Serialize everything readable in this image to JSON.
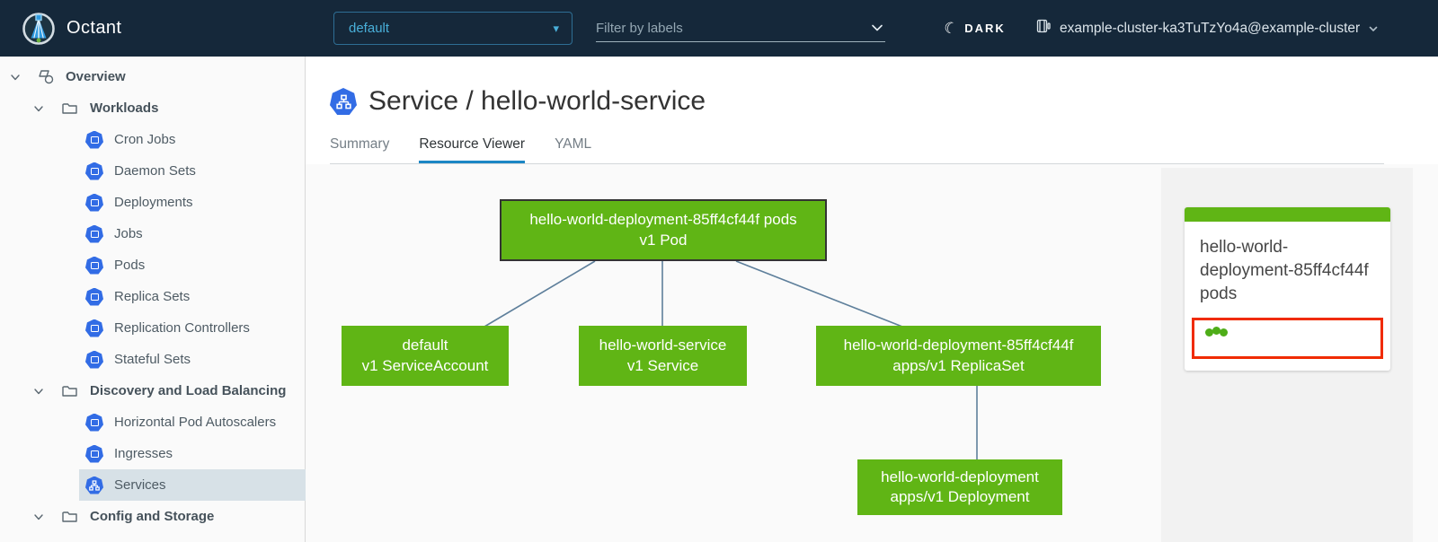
{
  "colors": {
    "header_bg": "#15283a",
    "accent_blue": "#49afd9",
    "active_tab_underline": "#1c86c4",
    "k8s_icon_blue": "#326ce5",
    "node_green": "#60b515",
    "annotation_red": "#f02b00",
    "edge_line": "#5e7f9b",
    "selected_nav_bg": "#d7e1e7"
  },
  "icons": {
    "moon_glyph": "☾",
    "caret_down_glyph": "▾"
  },
  "header": {
    "app_title": "Octant",
    "namespace_selector": {
      "value": "default"
    },
    "label_filter": {
      "placeholder": "Filter by labels"
    },
    "theme_toggle": {
      "label": "DARK",
      "icon": "moon-icon"
    },
    "cluster_selector": {
      "label": "example-cluster-ka3TuTzYo4a@example-cluster",
      "icon": "cluster-icon"
    }
  },
  "sidebar": {
    "items": [
      {
        "label": "Overview",
        "icon": "objects-icon"
      },
      {
        "label": "Workloads",
        "icon": "folder-icon"
      },
      {
        "label": "Cron Jobs",
        "icon": "cronjob-icon"
      },
      {
        "label": "Daemon Sets",
        "icon": "daemonset-icon"
      },
      {
        "label": "Deployments",
        "icon": "deployment-icon"
      },
      {
        "label": "Jobs",
        "icon": "job-icon"
      },
      {
        "label": "Pods",
        "icon": "pod-icon"
      },
      {
        "label": "Replica Sets",
        "icon": "replicaset-icon"
      },
      {
        "label": "Replication Controllers",
        "icon": "replicationcontroller-icon"
      },
      {
        "label": "Stateful Sets",
        "icon": "statefulset-icon"
      },
      {
        "label": "Discovery and Load Balancing",
        "icon": "folder-icon"
      },
      {
        "label": "Horizontal Pod Autoscalers",
        "icon": "hpa-icon"
      },
      {
        "label": "Ingresses",
        "icon": "ingress-icon"
      },
      {
        "label": "Services",
        "icon": "service-icon",
        "active": true
      },
      {
        "label": "Config and Storage",
        "icon": "folder-icon"
      }
    ]
  },
  "main": {
    "page_title": "Service / hello-world-service",
    "tabs": [
      {
        "label": "Summary",
        "active": false
      },
      {
        "label": "Resource Viewer",
        "active": true
      },
      {
        "label": "YAML",
        "active": false
      }
    ]
  },
  "graph": {
    "nodes": [
      {
        "name": "hello-world-deployment-85ff4cf44f pods",
        "kind": "v1 Pod",
        "selected": true
      },
      {
        "name": "default",
        "kind": "v1 ServiceAccount",
        "selected": false
      },
      {
        "name": "hello-world-service",
        "kind": "v1 Service",
        "selected": false
      },
      {
        "name": "hello-world-deployment-85ff4cf44f",
        "kind": "apps/v1 ReplicaSet",
        "selected": false
      },
      {
        "name": "hello-world-deployment",
        "kind": "apps/v1 Deployment",
        "selected": false
      }
    ],
    "edges": [
      {
        "from": "hello-world-deployment-85ff4cf44f pods",
        "to": "default"
      },
      {
        "from": "hello-world-deployment-85ff4cf44f pods",
        "to": "hello-world-service"
      },
      {
        "from": "hello-world-deployment-85ff4cf44f pods",
        "to": "hello-world-deployment-85ff4cf44f"
      },
      {
        "from": "hello-world-deployment-85ff4cf44f",
        "to": "hello-world-deployment"
      }
    ]
  },
  "detail_panel": {
    "card_title": "hello-world-deployment-85ff4cf44f pods",
    "pod_status_dots": 3
  }
}
